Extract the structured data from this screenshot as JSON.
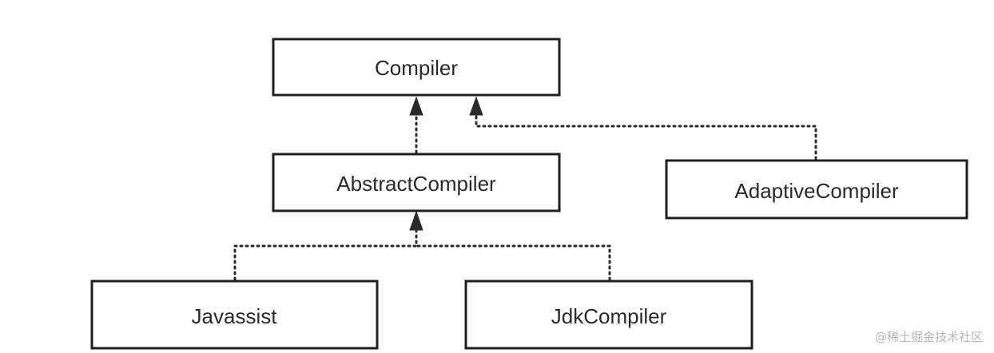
{
  "nodes": {
    "compiler": "Compiler",
    "abstract_compiler": "AbstractCompiler",
    "adaptive_compiler": "AdaptiveCompiler",
    "javassist": "Javassist",
    "jdk_compiler": "JdkCompiler"
  },
  "watermark": "@稀土掘金技术社区",
  "colors": {
    "box_stroke": "#1f1f1f",
    "edge": "#2a2a2a",
    "text": "#2a2a2a",
    "watermark": "#b5b5b5"
  }
}
